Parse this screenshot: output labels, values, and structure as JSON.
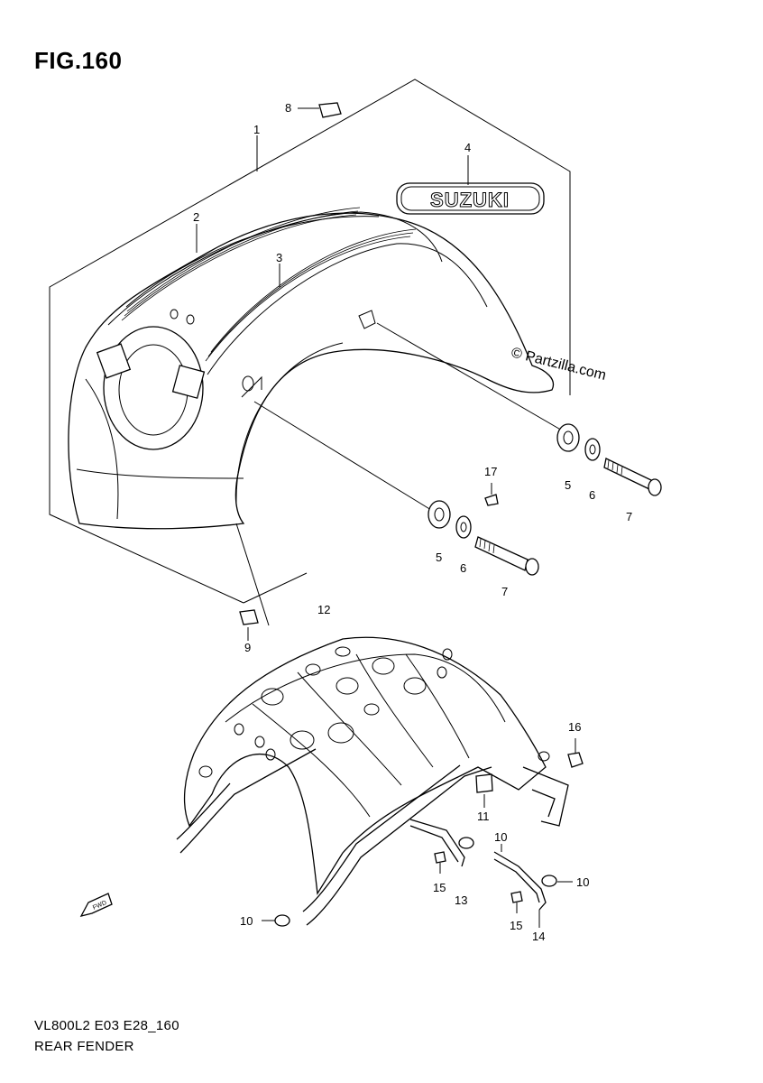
{
  "figure": {
    "title": "FIG.160",
    "model_code": "VL800L2 E03 E28_160",
    "caption": "REAR FENDER"
  },
  "emblem_text": "SUZUKI",
  "watermark": "© Partzilla.com",
  "callouts": {
    "c1": "1",
    "c2": "2",
    "c3": "3",
    "c4": "4",
    "c5a": "5",
    "c6a": "6",
    "c7a": "7",
    "c5b": "5",
    "c6b": "6",
    "c7b": "7",
    "c8": "8",
    "c9": "9",
    "c10a": "10",
    "c10b": "10",
    "c10c": "10",
    "c11": "11",
    "c12": "12",
    "c13": "13",
    "c14": "14",
    "c15a": "15",
    "c15b": "15",
    "c16": "16",
    "c17": "17"
  },
  "icons": {
    "front_arrow": "fwd-arrow-icon"
  }
}
